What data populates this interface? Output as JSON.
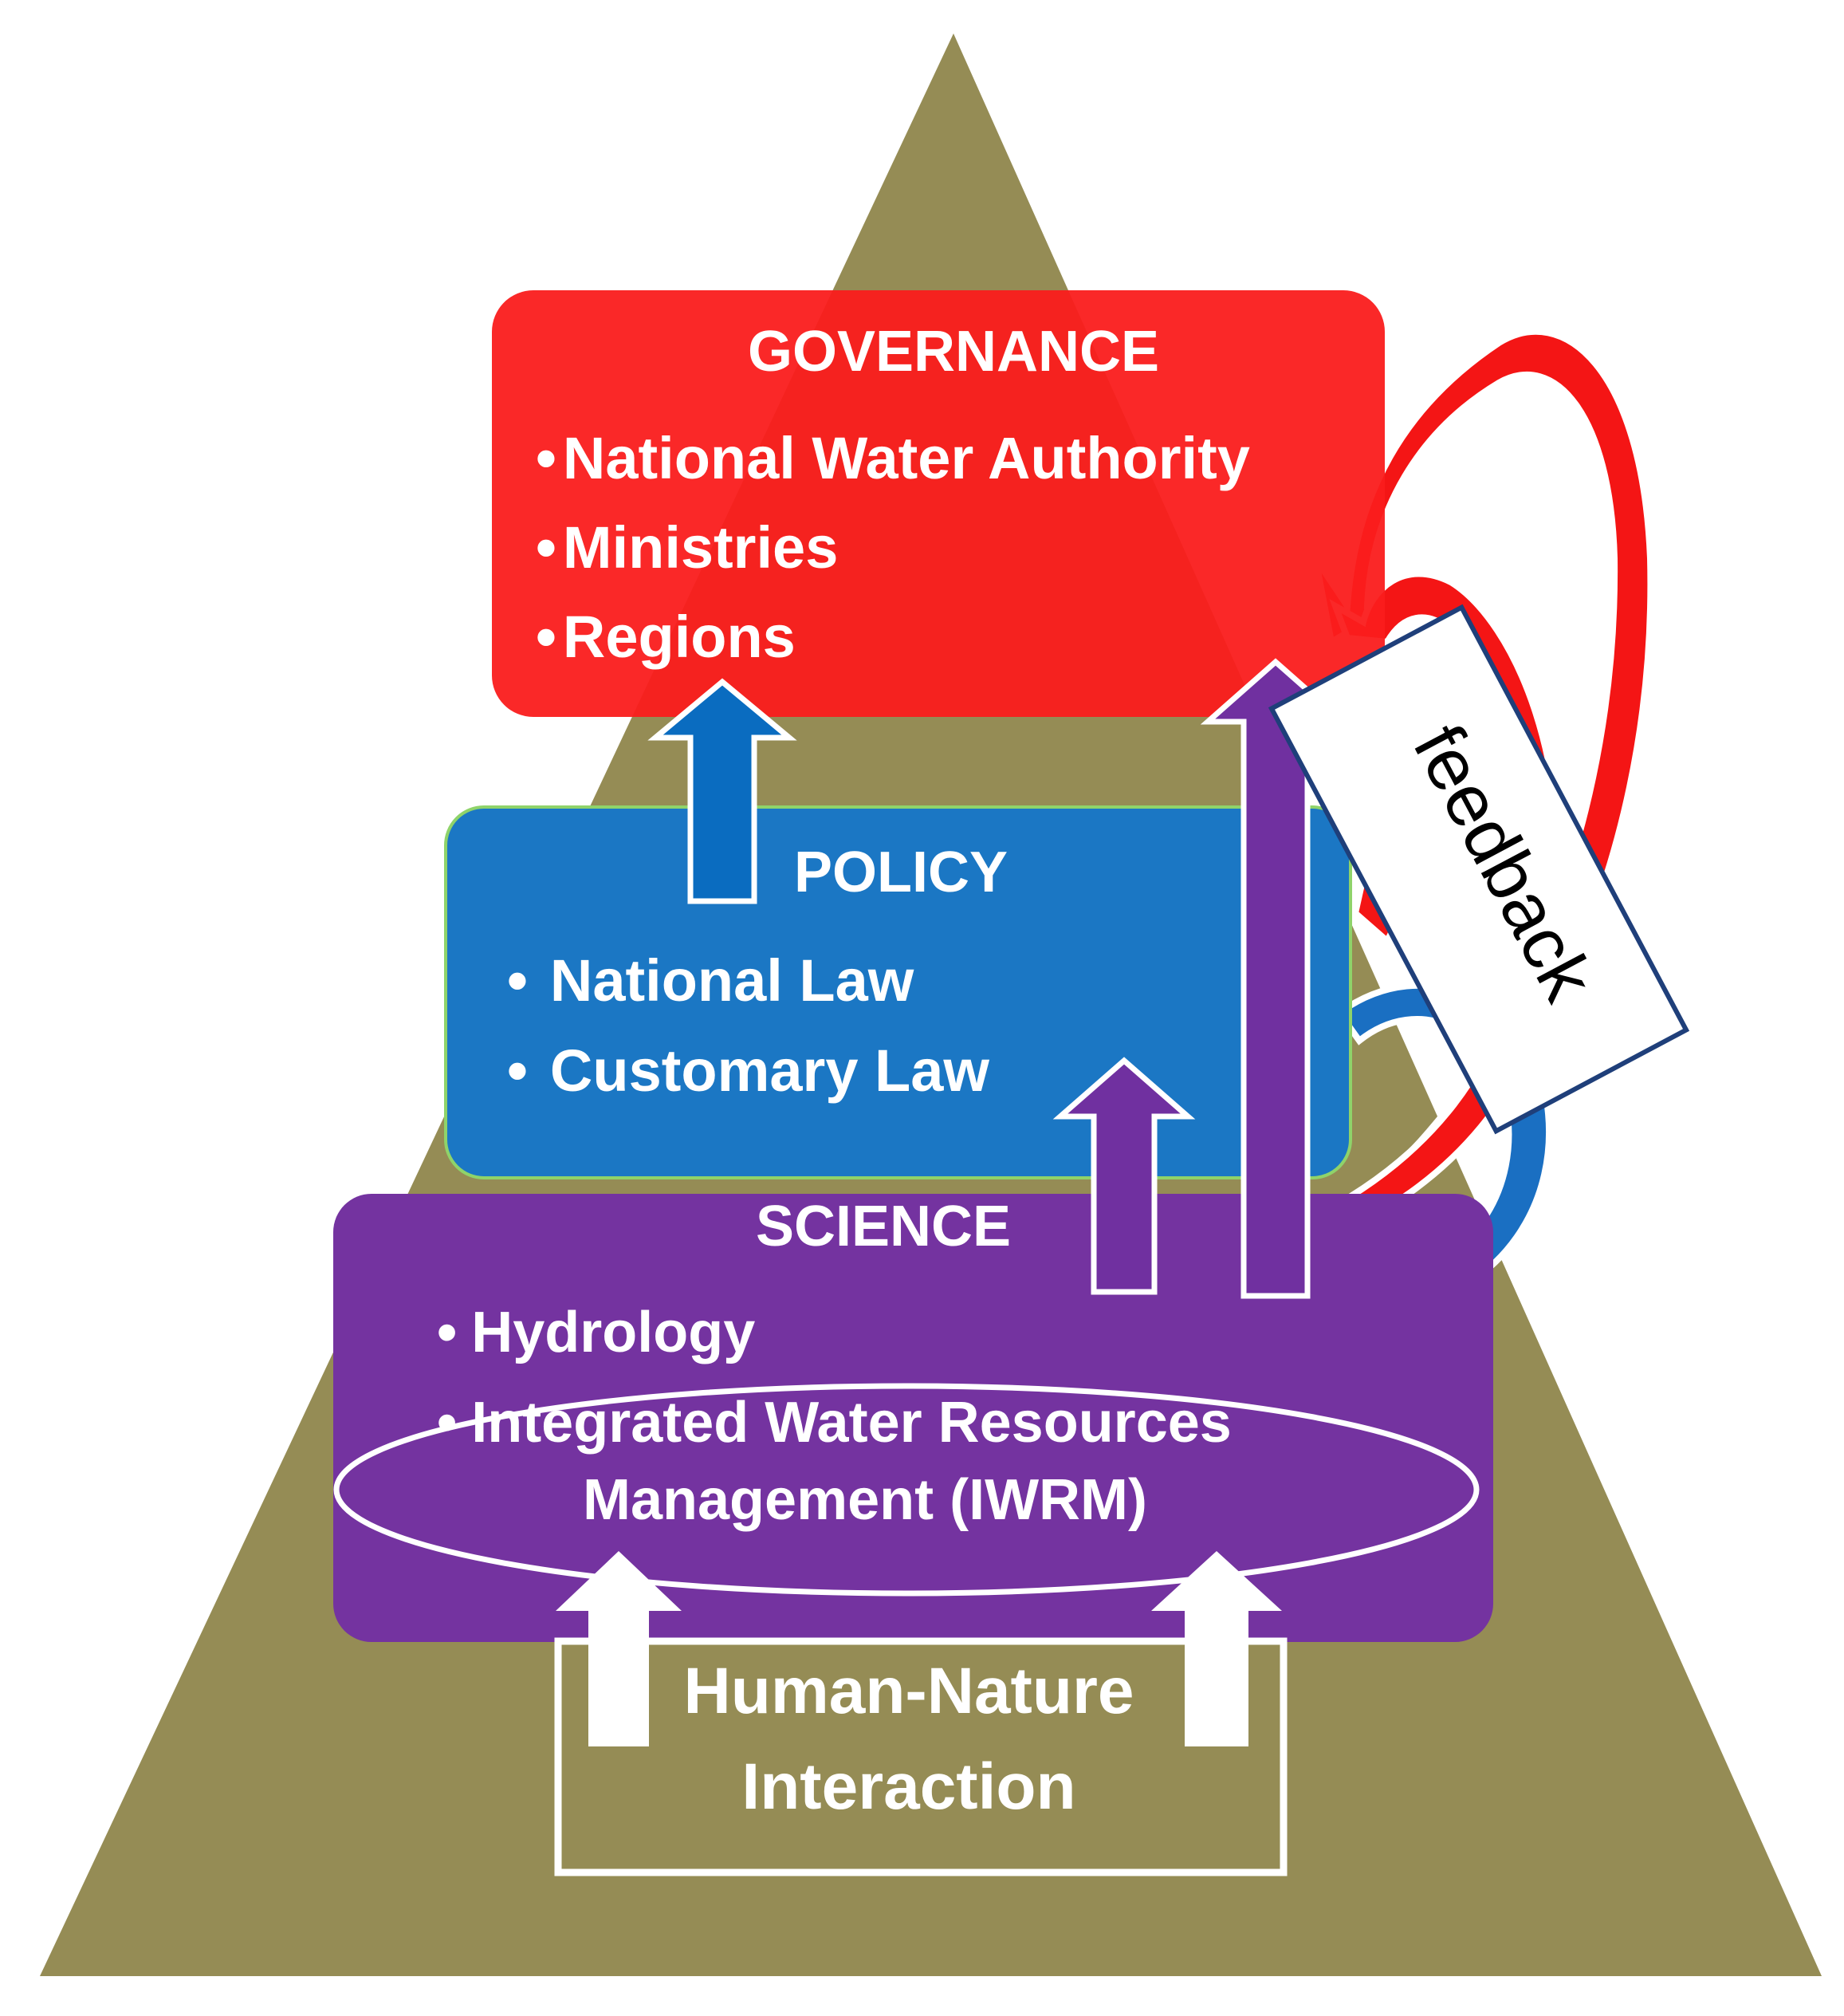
{
  "governance": {
    "title": "GOVERNANCE",
    "items": [
      "National Water Authority",
      "Ministries",
      "Regions"
    ]
  },
  "policy": {
    "title": "POLICY",
    "items": [
      "National Law",
      "Customary Law"
    ]
  },
  "science": {
    "title": "SCIENCE",
    "items": [
      "Hydrology",
      "Integrated Water Resources",
      "Management (IWRM)"
    ]
  },
  "base": {
    "line1": "Human-Nature",
    "line2": "Interaction"
  },
  "feedback": {
    "label": "feedback"
  },
  "colors": {
    "pyramid": "#958c55",
    "governance": "#fa1c1c",
    "policy": "#1b77c4",
    "science": "#7433a0",
    "feedback_red": "#f41515",
    "feedback_blue": "#1a6fc2",
    "arrow_purple": "#7030a0",
    "arrow_blue": "#0a6cc0"
  },
  "bullet": "•"
}
